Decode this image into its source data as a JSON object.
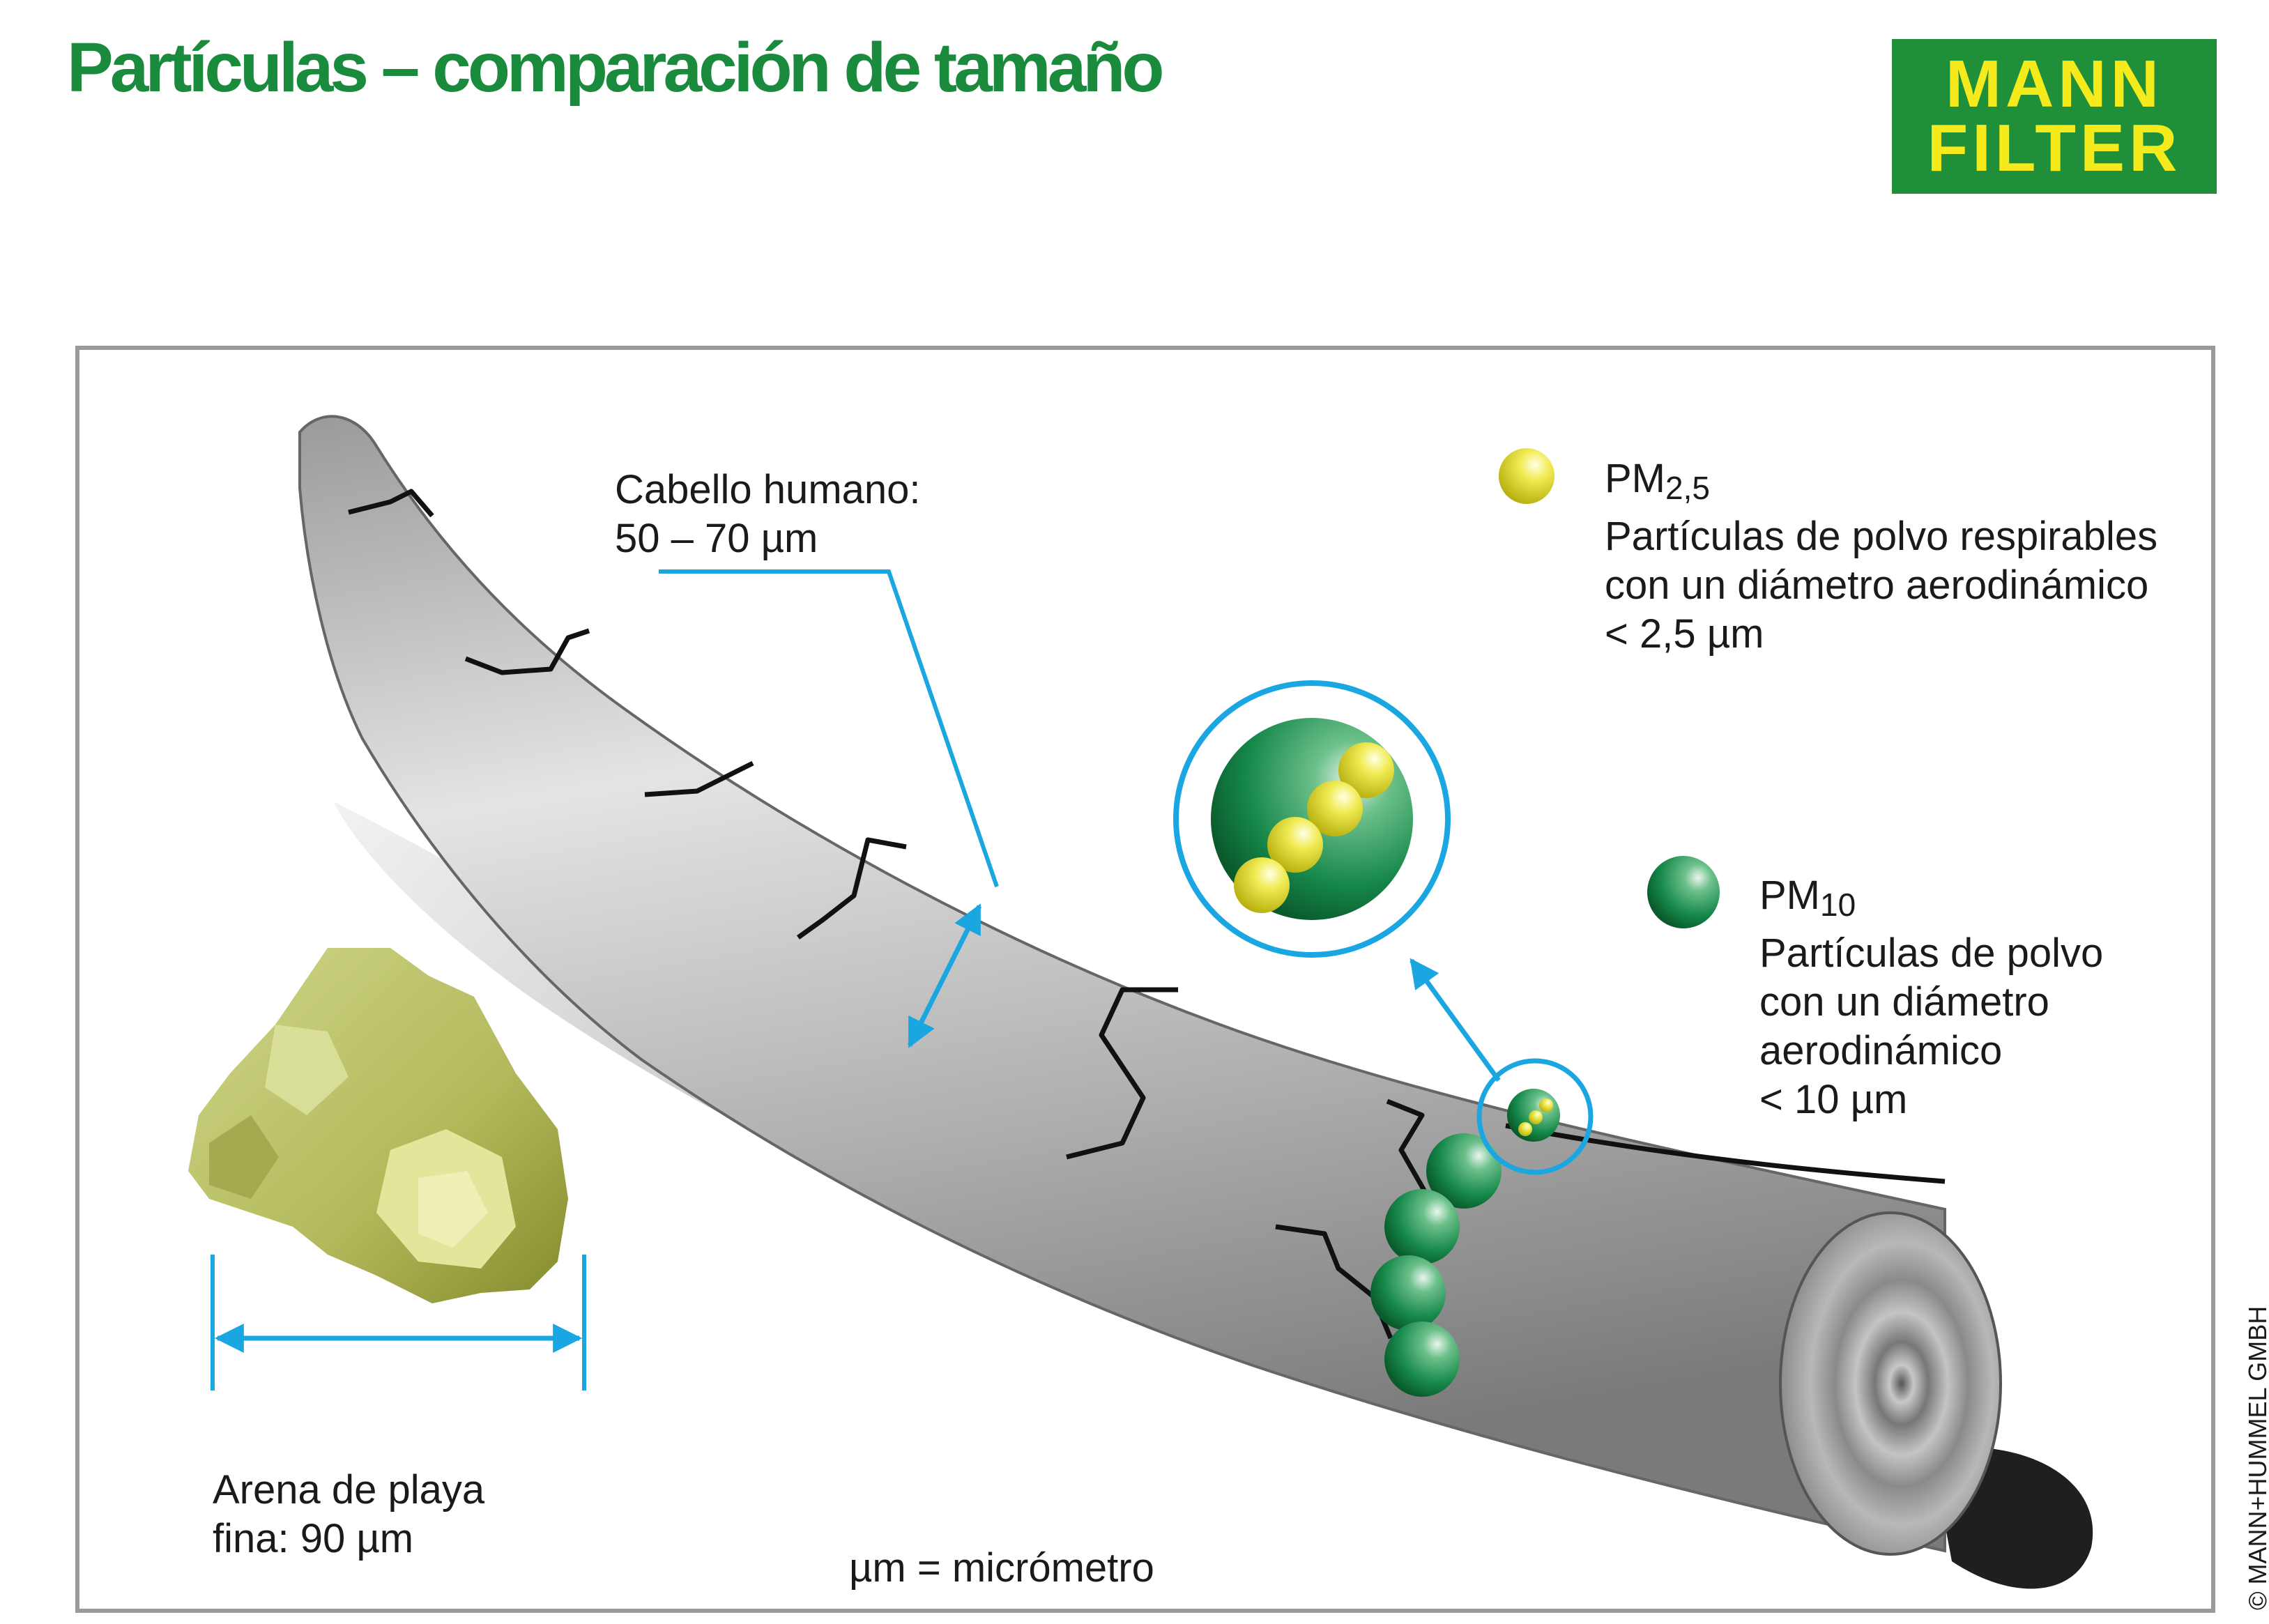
{
  "header": {
    "title": "Partículas – comparación de tamaño"
  },
  "logo": {
    "line1": "MANN",
    "line2": "FILTER",
    "background": "#1f8f3a",
    "text_color": "#f4ea1c"
  },
  "hair": {
    "line1": "Cabello humano:",
    "line2": "50 – 70 µm"
  },
  "sand": {
    "line1": "Arena de playa",
    "line2": "fina: 90 µm"
  },
  "pm25": {
    "prefix": "PM",
    "subscript": "2,5",
    "line1": "Partículas de polvo respirables",
    "line2": "con un diámetro aerodinámico",
    "line3": "< 2,5 µm",
    "color": "#e6df1e"
  },
  "pm10": {
    "prefix": "PM",
    "subscript": "10",
    "line1": "Partículas de polvo",
    "line2": "con un diámetro",
    "line3": "aerodinámico",
    "line4": "< 10 µm",
    "color": "#16884a"
  },
  "unit_note": "µm = micrómetro",
  "copyright": "© MANN+HUMMEL GMBH",
  "colors": {
    "title": "#1a8a3c",
    "callout": "#1aa6e0",
    "frame": "#9a9a9a"
  }
}
